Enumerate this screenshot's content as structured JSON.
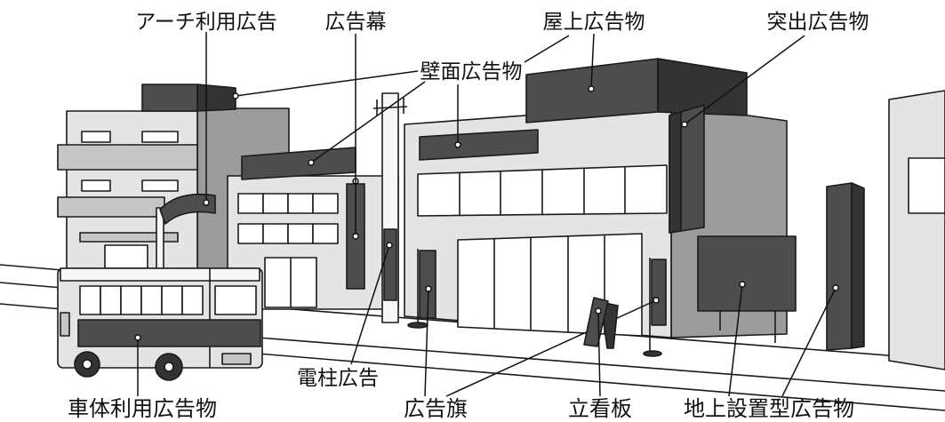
{
  "labels": {
    "arch": "アーチ利用広告",
    "banner": "広告幕",
    "rooftop": "屋上広告物",
    "projecting": "突出広告物",
    "wall": "壁面広告物",
    "pole": "電柱広告",
    "vehicle": "車体利用広告物",
    "flag": "広告旗",
    "standing_board": "立看板",
    "ground": "地上設置型広告物"
  },
  "colors": {
    "ad_dark": "#4d4d4d",
    "ad_darker": "#333333",
    "wall_light": "#e4e4e4",
    "wall_mid": "#c6c6c6",
    "wall_side": "#9c9c9c",
    "line": "#1a1a1a"
  }
}
